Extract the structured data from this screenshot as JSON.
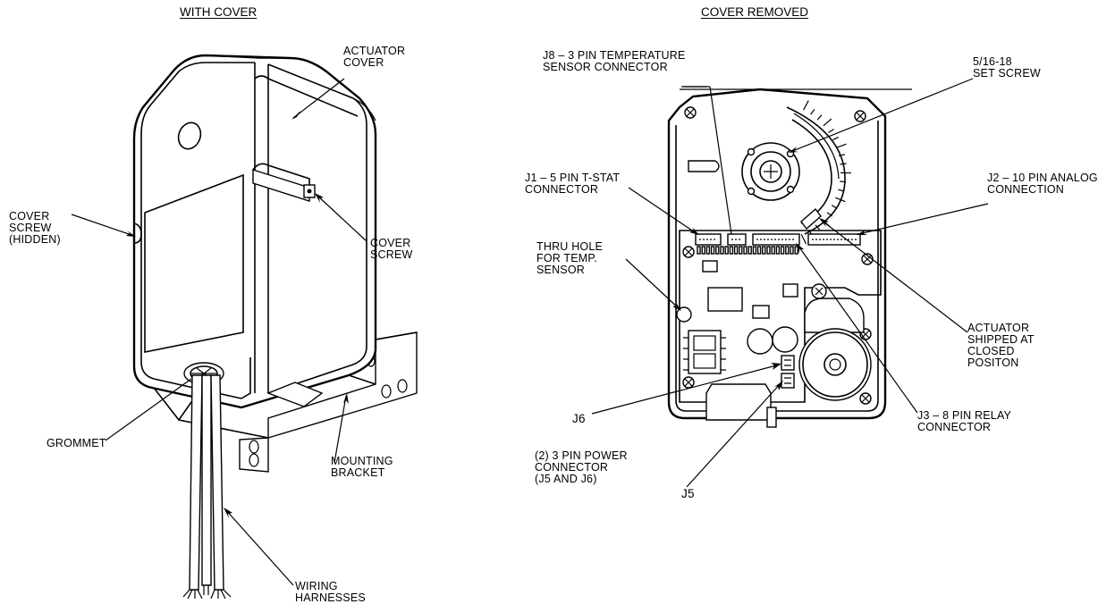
{
  "headings": {
    "left": "WITH COVER",
    "right": "COVER REMOVED"
  },
  "left_labels": {
    "actuator_cover": "ACTUATOR\nCOVER",
    "cover_screw_hidden": "COVER\nSCREW\n(HIDDEN)",
    "cover_screw": "COVER\nSCREW",
    "grommet": "GROMMET",
    "mounting_bracket": "MOUNTING\nBRACKET",
    "wiring_harnesses": "WIRING\nHARNESSES"
  },
  "right_labels": {
    "j8": "J8 – 3 PIN TEMPERATURE\nSENSOR CONNECTOR",
    "set_screw": "5/16-18\nSET SCREW",
    "j1": "J1 – 5 PIN T-STAT\nCONNECTOR",
    "j2": "J2 – 10 PIN ANALOG\nCONNECTION",
    "thru_hole": "THRU HOLE\nFOR TEMP.\nSENSOR",
    "actuator_shipped": "ACTUATOR\nSHIPPED AT\nCLOSED\nPOSITON",
    "j6": "J6",
    "j3": "J3 – 8 PIN RELAY\nCONNECTOR",
    "power_connector": "(2) 3 PIN POWER\nCONNECTOR\n(J5 AND J6)",
    "j5": "J5"
  }
}
